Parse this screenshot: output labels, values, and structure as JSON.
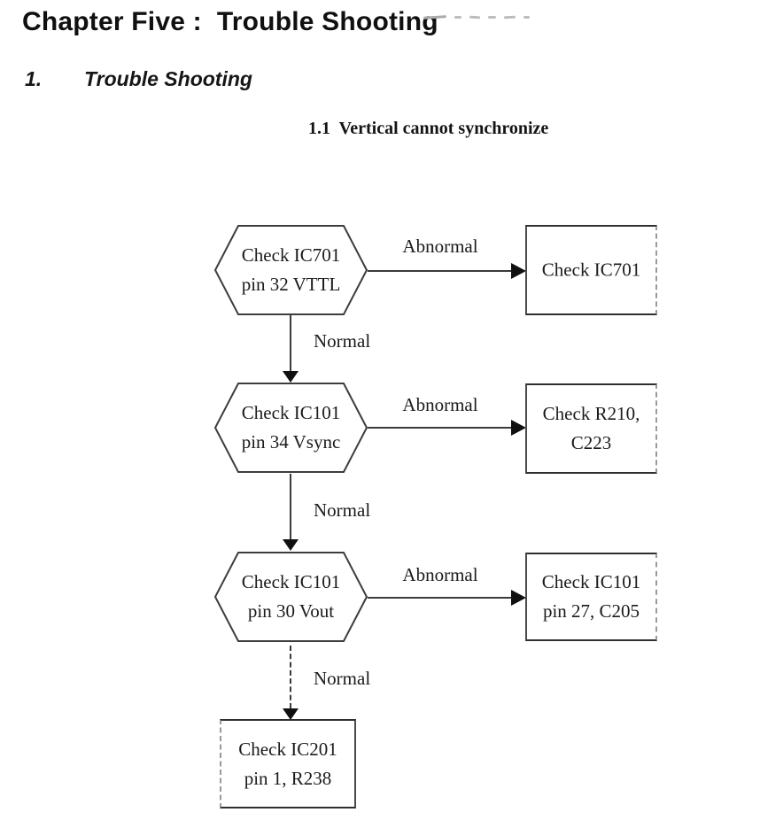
{
  "page": {
    "title": "Chapter Five :  Trouble Shooting",
    "section_number": "1.",
    "section_title": "Trouble Shooting",
    "subsection_title": "1.1  Vertical cannot synchronize"
  },
  "colors": {
    "ink": "#1b1b1b",
    "line": "#3a3a3a"
  },
  "flowchart": {
    "rows": [
      {
        "decision": {
          "line1": "Check IC701",
          "line2": "pin 32 VTTL"
        },
        "branch_label": "Abnormal",
        "action": {
          "line1": "Check IC701",
          "line2": ""
        },
        "down_label": "Normal"
      },
      {
        "decision": {
          "line1": "Check IC101",
          "line2": "pin 34 Vsync"
        },
        "branch_label": "Abnormal",
        "action": {
          "line1": "Check R210,",
          "line2": "C223"
        },
        "down_label": "Normal"
      },
      {
        "decision": {
          "line1": "Check IC101",
          "line2": "pin 30 Vout"
        },
        "branch_label": "Abnormal",
        "action": {
          "line1": "Check IC101",
          "line2": "pin 27, C205"
        },
        "down_label": "Normal"
      }
    ],
    "terminal": {
      "line1": "Check IC201",
      "line2": "pin 1, R238"
    }
  }
}
